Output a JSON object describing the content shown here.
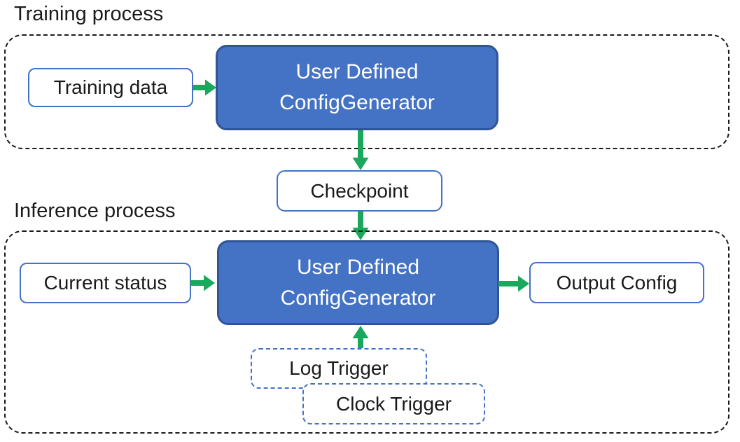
{
  "colors": {
    "arrow_green": "#1aa85c",
    "generator_fill": "#4472c4",
    "generator_border": "#2f5597",
    "io_box_border": "#4472c4",
    "trigger_border": "#4472c4",
    "container_border": "#1a1a1a",
    "text_dark": "#1a1a1a",
    "text_light": "#ffffff"
  },
  "training": {
    "label": "Training process",
    "input_box": "Training data",
    "generator": {
      "line1": "User Defined",
      "line2": "ConfigGenerator"
    }
  },
  "checkpoint": {
    "label": "Checkpoint"
  },
  "inference": {
    "label": "Inference process",
    "input_box": "Current status",
    "generator": {
      "line1": "User Defined",
      "line2": "ConfigGenerator"
    },
    "output_box": "Output Config",
    "triggers": {
      "log": "Log Trigger",
      "clock": "Clock Trigger"
    }
  }
}
